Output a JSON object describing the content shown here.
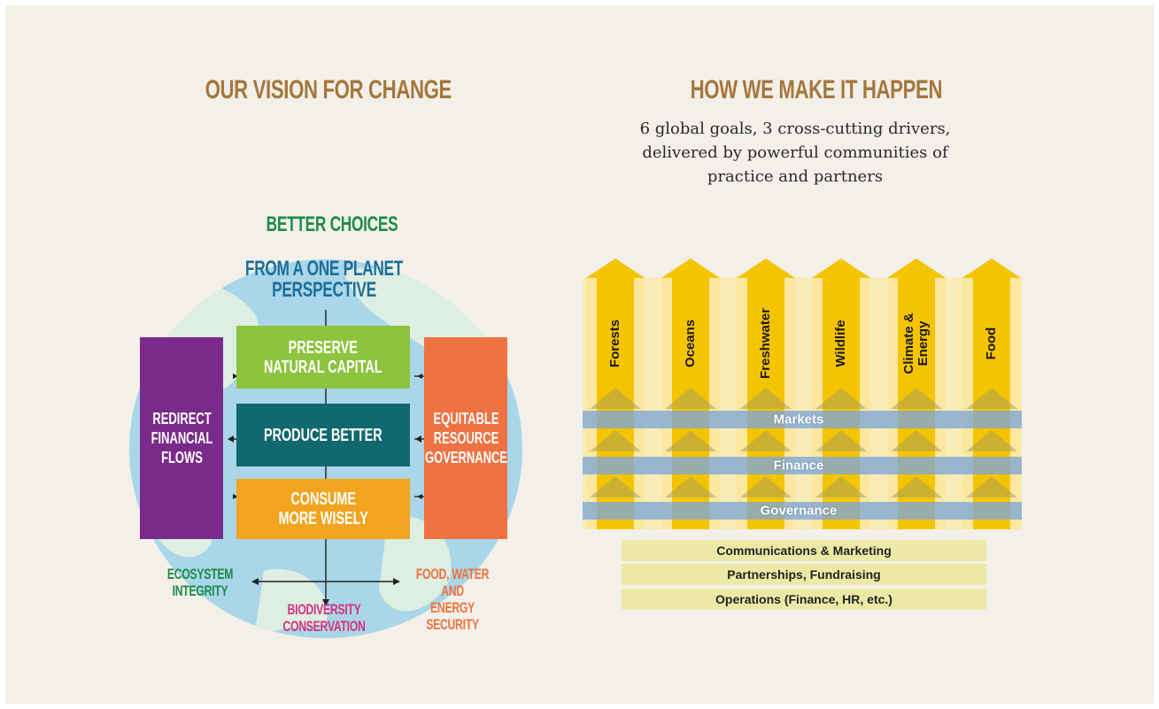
{
  "left": {
    "title": "OUR VISION FOR CHANGE",
    "better_choices": "BETTER CHOICES",
    "perspective": "FROM A ONE PLANET\nPERSPECTIVE",
    "boxes": {
      "preserve": "PRESERVE\nNATURAL CAPITAL",
      "produce": "PRODUCE BETTER",
      "consume": "CONSUME\nMORE WISELY",
      "redirect": "REDIRECT\nFINANCIAL\nFLOWS",
      "equitable": "EQUITABLE\nRESOURCE\nGOVERNANCE"
    },
    "outcomes": {
      "ecosystem": "ECOSYSTEM\nINTEGRITY",
      "food": "FOOD, WATER AND\nENERGY SECURITY",
      "biodiversity": "BIODIVERSITY\nCONSERVATION"
    },
    "colors": {
      "preserve": "#8dc43f",
      "produce": "#11686e",
      "consume": "#f2a41e",
      "redirect": "#7a2a8a",
      "equitable": "#ef7242",
      "title": "#a5773d"
    }
  },
  "right": {
    "title": "HOW WE MAKE IT HAPPEN",
    "subtitle": "6 global goals, 3 cross-cutting drivers,\ndelivered by powerful communities of\npractice and partners",
    "goals": [
      "Forests",
      "Oceans",
      "Freshwater",
      "Wildlife",
      "Climate &\nEnergy",
      "Food"
    ],
    "drivers": [
      "Markets",
      "Finance",
      "Governance"
    ],
    "support": [
      "Communications & Marketing",
      "Partnerships, Fundraising",
      "Operations (Finance, HR, etc.)"
    ],
    "colors": {
      "pillar": "#f5c400",
      "band": "#7ea6d8",
      "support": "#ece9a6"
    }
  }
}
